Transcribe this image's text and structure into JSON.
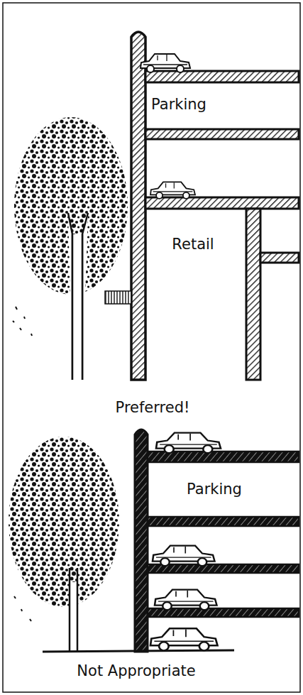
{
  "diagram": {
    "labels": [
      "Parking",
      "Retail",
      "Preferred!",
      "Parking",
      "Not Appropriate"
    ]
  }
}
